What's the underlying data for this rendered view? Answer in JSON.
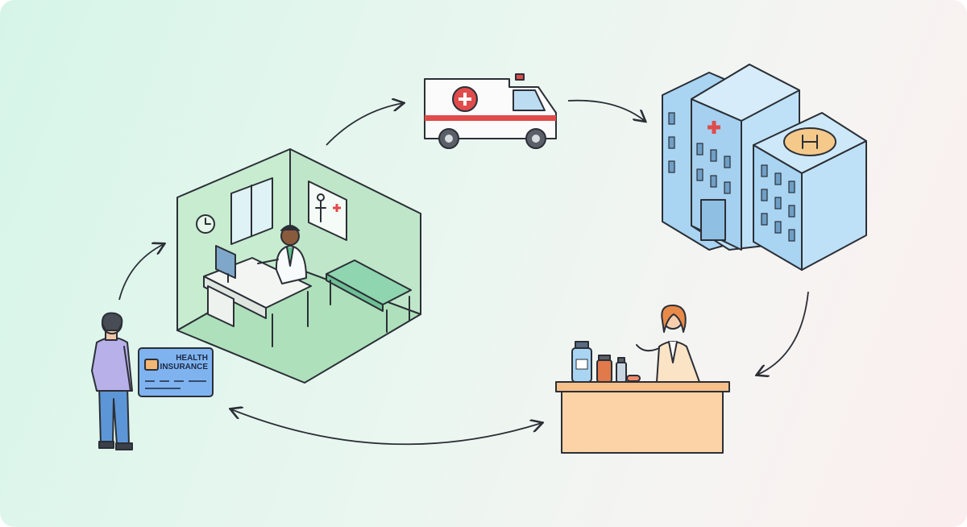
{
  "insurance_card": {
    "line1": "HEALTH",
    "line2": "INSURANCE"
  },
  "scenes": [
    "patient",
    "insurance-card",
    "clinic",
    "ambulance",
    "hospital",
    "pharmacy"
  ],
  "colors": {
    "background_left": "#d6f5e8",
    "background_right": "#fbeeee",
    "clinic_green": "#bfe8c8",
    "card_blue": "#7fb3f0",
    "hospital_blue": "#a9d4f2",
    "ambulance_red": "#e04b4b",
    "counter_peach": "#fbd3a6"
  }
}
